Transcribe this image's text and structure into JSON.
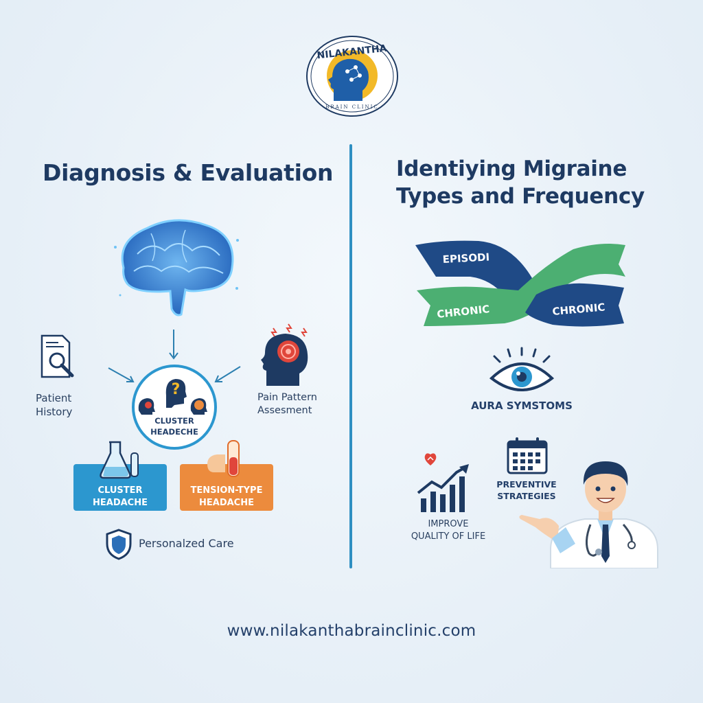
{
  "logo": {
    "wordmark": "NILAKANTHA",
    "subtitle": "BRAIN CLINIC"
  },
  "left": {
    "title": "Diagnosis & Evaluation",
    "patient_history": [
      "Patient",
      "History"
    ],
    "pain_assessment": [
      "Pain Pattern",
      "Assesment"
    ],
    "center_label": [
      "CLUSTER",
      "HEADECHE"
    ],
    "box_cluster": [
      "CLUSTER",
      "HEADACHE"
    ],
    "box_tension": [
      "TENSION-TYPE",
      "HEADACHE"
    ],
    "personalized_care": "Personalzed Care"
  },
  "right": {
    "title": [
      "Identiying Migraine",
      "Types and Frequency"
    ],
    "ribbon_episodic": "EPISODI",
    "ribbon_chronic_left": "CHRONIC",
    "ribbon_chronic_right": "CHRONIC",
    "aura": "AURA SYMSTOMS",
    "preventive": [
      "PREVENTIVE",
      "STRATEGIES"
    ],
    "improve": [
      "IMPROVE",
      "QUALITY OF LIFE"
    ]
  },
  "footer": {
    "url": "www.nilakanthabrainclinic.com"
  },
  "colors": {
    "navy": "#1e3a62",
    "blue": "#2c97cf",
    "orange": "#ec8b3d",
    "green": "#4caf72",
    "divider": "#2f8fc2"
  }
}
